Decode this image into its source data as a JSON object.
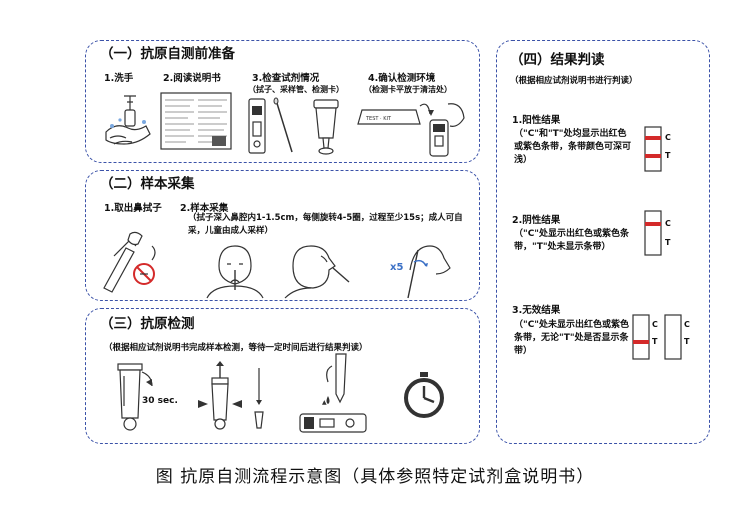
{
  "sections": {
    "prep": {
      "title": "（一）抗原自测前准备",
      "steps": [
        "1.洗手",
        "2.阅读说明书",
        "3.检查试剂情况",
        "4.确认检测环境"
      ],
      "step3_note": "（拭子、采样管、检测卡）",
      "step4_note": "（检测卡平放于清洁处）"
    },
    "sample": {
      "title": "（二）样本采集",
      "step1": "1.取出鼻拭子",
      "step2": "2.样本采集",
      "step2_note": "（拭子深入鼻腔内1-1.5cm，每侧旋转4-5圈，过程至少15s；成人可自采，儿童由成人采样）",
      "rotate_count": "x5"
    },
    "detect": {
      "title": "（三）抗原检测",
      "note": "（根据相应试剂说明书完成样本检测，等待一定时间后进行结果判读）",
      "time_label": "30 sec."
    },
    "result": {
      "title": "（四）结果判读",
      "note": "（根据相应试剂说明书进行判读）",
      "positive_title": "1.阳性结果",
      "positive_desc": "（\"C\"和\"T\"处均显示出红色或紫色条带，条带颜色可深可浅）",
      "negative_title": "2.阴性结果",
      "negative_desc": "（\"C\"处显示出红色或紫色条带，\"T\"处未显示条带）",
      "invalid_title": "3.无效结果",
      "invalid_desc": "（\"C\"处未显示出红色或紫色条带，无论\"T\"处是否显示条带）",
      "c_mark": "C",
      "t_mark": "T"
    }
  },
  "caption": "图 抗原自测流程示意图（具体参照特定试剂盒说明书）",
  "colors": {
    "border": "#3b52a8",
    "band": "#d42a2a"
  }
}
